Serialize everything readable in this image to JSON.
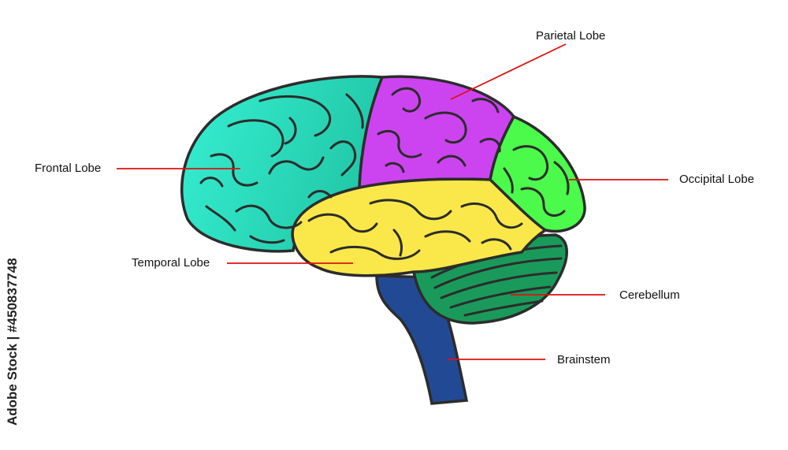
{
  "labels": {
    "frontal": "Frontal Lobe",
    "parietal": "Parietal Lobe",
    "occipital": "Occipital Lobe",
    "temporal": "Temporal Lobe",
    "cerebellum": "Cerebellum",
    "brainstem": "Brainstem"
  },
  "watermark": "Adobe Stock | #450837748",
  "colors": {
    "frontal": "#2ee8c8",
    "parietal": "#cc44f0",
    "occipital": "#4cfa4c",
    "temporal": "#fae84a",
    "cerebellum": "#1a9a5a",
    "brainstem": "#224a94",
    "leader": "#e01010"
  }
}
